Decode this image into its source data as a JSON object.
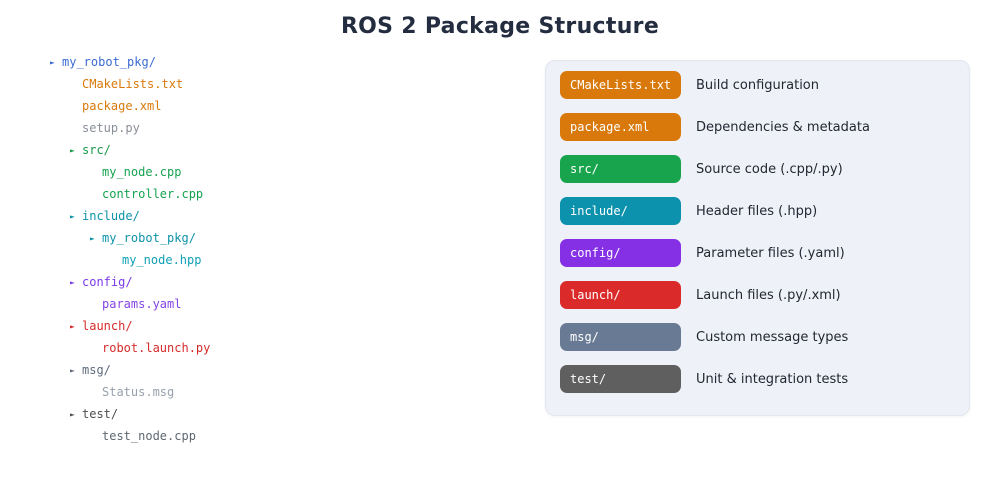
{
  "title": "ROS 2 Package Structure",
  "tree": {
    "arrow_glyph": "►",
    "items": [
      {
        "label": "my_robot_pkg/",
        "level": 0,
        "folder": true,
        "color": "#3b6bd3"
      },
      {
        "label": "CMakeLists.txt",
        "level": 1,
        "folder": false,
        "color": "#d9790b"
      },
      {
        "label": "package.xml",
        "level": 1,
        "folder": false,
        "color": "#d9790b"
      },
      {
        "label": "setup.py",
        "level": 1,
        "folder": false,
        "color": "#8a8f98"
      },
      {
        "label": "src/",
        "level": 1,
        "folder": true,
        "color": "#179a4a"
      },
      {
        "label": "my_node.cpp",
        "level": 2,
        "folder": false,
        "color": "#17a350"
      },
      {
        "label": "controller.cpp",
        "level": 2,
        "folder": false,
        "color": "#17a350"
      },
      {
        "label": "include/",
        "level": 1,
        "folder": true,
        "color": "#0d93a8"
      },
      {
        "label": "my_robot_pkg/",
        "level": 2,
        "folder": true,
        "color": "#0d93a8"
      },
      {
        "label": "my_node.hpp",
        "level": 3,
        "folder": false,
        "color": "#10a0b5"
      },
      {
        "label": "config/",
        "level": 1,
        "folder": true,
        "color": "#7c3ae8"
      },
      {
        "label": "params.yaml",
        "level": 2,
        "folder": false,
        "color": "#8545e5"
      },
      {
        "label": "launch/",
        "level": 1,
        "folder": true,
        "color": "#d62b2b"
      },
      {
        "label": "robot.launch.py",
        "level": 2,
        "folder": false,
        "color": "#d62b2b"
      },
      {
        "label": "msg/",
        "level": 1,
        "folder": true,
        "color": "#5d6a7c"
      },
      {
        "label": "Status.msg",
        "level": 2,
        "folder": false,
        "color": "#97a1ad"
      },
      {
        "label": "test/",
        "level": 1,
        "folder": true,
        "color": "#4d4f52"
      },
      {
        "label": "test_node.cpp",
        "level": 2,
        "folder": false,
        "color": "#5e6771"
      }
    ]
  },
  "legend": {
    "items": [
      {
        "badge": "CMakeLists.txt",
        "description": "Build configuration",
        "color": "#d9790b"
      },
      {
        "badge": "package.xml",
        "description": "Dependencies & metadata",
        "color": "#d9790b"
      },
      {
        "badge": "src/",
        "description": "Source code (.cpp/.py)",
        "color": "#18a44c"
      },
      {
        "badge": "include/",
        "description": "Header files (.hpp)",
        "color": "#0c92ad"
      },
      {
        "badge": "config/",
        "description": "Parameter files (.yaml)",
        "color": "#8630e6"
      },
      {
        "badge": "launch/",
        "description": "Launch files (.py/.xml)",
        "color": "#da2a2a"
      },
      {
        "badge": "msg/",
        "description": "Custom message types",
        "color": "#697a94"
      },
      {
        "badge": "test/",
        "description": "Unit & integration tests",
        "color": "#5f5f5f"
      }
    ]
  },
  "colors": {
    "page_bg": "#ffffff",
    "title_text": "#232d3f",
    "panel_bg": "#eef1f7",
    "panel_border": "#e2e6ef",
    "badge_text": "#ffffff",
    "description_text": "#222733"
  }
}
